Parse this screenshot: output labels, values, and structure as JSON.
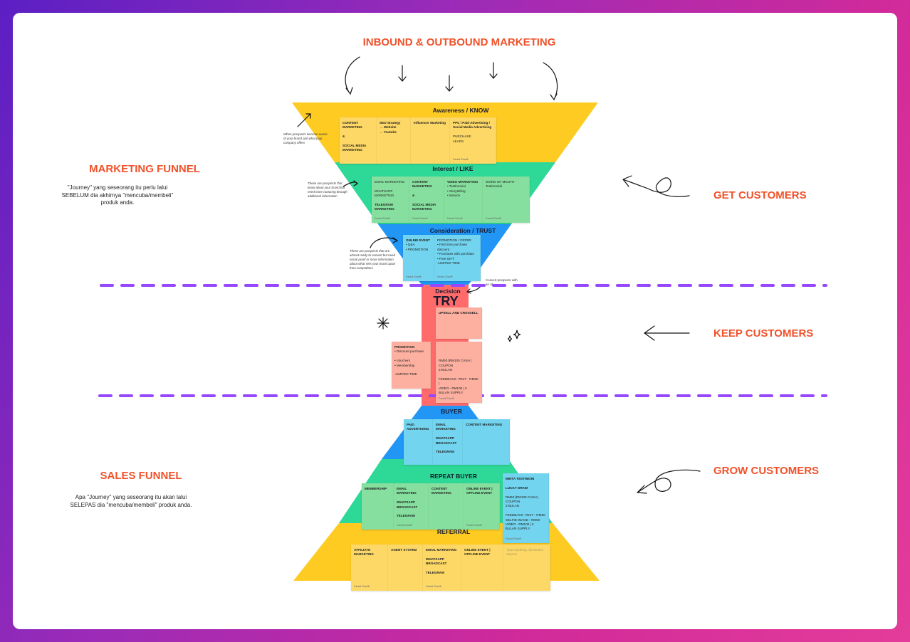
{
  "title": "INBOUND & OUTBOUND MARKETING",
  "left": {
    "marketing_funnel": {
      "title": "MARKETING FUNNEL",
      "lines": [
        "\"Journey\" yang seseorang itu perlu lalui",
        "SEBELUM dia akhirnya \"mencuba/membeli\"",
        "produk anda."
      ]
    },
    "sales_funnel": {
      "title": "SALES FUNNEL",
      "lines": [
        "Apa \"Journey\" yang seseorang itu akan lalui",
        "SELEPAS dia \"mencuba/membeli\" produk anda."
      ]
    }
  },
  "right": {
    "get": "GET CUSTOMERS",
    "keep": "KEEP CUSTOMERS",
    "grow": "GROW CUSTOMERS"
  },
  "stages": {
    "awareness": "Awareness / KNOW",
    "interest": "Interest / LIKE",
    "consideration": "Consideration / TRUST",
    "decision": "Decision",
    "try": "TRY",
    "buyer": "BUYER",
    "repeat": "REPEAT BUYER",
    "referral": "REFERRAL"
  },
  "annotations": {
    "awareness": "When prospects become aware of your brand and what your company offers",
    "interest": "These are prospects that know about your brand but need more nurturing through additional information",
    "consideration": "These are prospects that are almost ready to convert but need social proof or more information about what sets your brand apart from competitors",
    "decision": "Convert prospects with an of"
  },
  "colors": {
    "accent": "#f0522a",
    "yellow": "#fdcb22",
    "green": "#2ed896",
    "blue": "#2196f5",
    "red": "#ff6b6b",
    "dash": "#9747ff"
  },
  "notes": [
    {
      "id": "awareness",
      "color": "#fdd866",
      "cols": [
        {
          "w": 52,
          "lines": [
            [
              "b",
              "CONTENT MARKETING"
            ],
            [
              "",
              ""
            ],
            [
              "b",
              "&"
            ],
            [
              "",
              ""
            ],
            [
              "b",
              "SOCIAL MEDIA MARKETING"
            ]
          ]
        },
        {
          "w": 48,
          "lines": [
            [
              "b",
              "SEO Strategy"
            ],
            [
              "b",
              "→ Website"
            ],
            [
              "b",
              "→ Youtube"
            ]
          ]
        },
        {
          "w": 55,
          "lines": [
            [
              "b",
              "Influencer Marketing"
            ]
          ]
        },
        {
          "w": 65,
          "lines": [
            [
              "b",
              "PPC / Paid Advertising / Social Media Advertising"
            ],
            [
              "",
              ""
            ],
            [
              "",
              "PURCHASE"
            ],
            [
              "",
              "LEADS"
            ]
          ],
          "author": "Faraid Shariff"
        }
      ]
    },
    {
      "id": "interest",
      "color": "#86df9e",
      "cols": [
        {
          "w": 53,
          "lines": [
            [
              "",
              "EMAIL MARKETING"
            ],
            [
              "",
              ""
            ],
            [
              "",
              "WHATSAPP MARKETING"
            ],
            [
              "",
              ""
            ],
            [
              "b",
              "TELEGRAM MARKETING"
            ]
          ],
          "author": "Faraid Shariff"
        },
        {
          "w": 49,
          "lines": [
            [
              "b",
              "CONTENT MARKETING"
            ],
            [
              "",
              ""
            ],
            [
              "b",
              "&"
            ],
            [
              "",
              ""
            ],
            [
              "b",
              "SOCIAL MEDIA MARKETING"
            ]
          ],
          "author": "Faraid Shariff"
        },
        {
          "w": 54,
          "lines": [
            [
              "b",
              "VIDEO MARKETING"
            ],
            [
              "",
              "• Testimonial"
            ],
            [
              "",
              "• Storytelling"
            ],
            [
              "",
              "• Service"
            ]
          ],
          "author": "Faraid Shariff"
        },
        {
          "w": 66,
          "lines": [
            [
              "",
              "WORD OF MOUTH - Testimonial"
            ]
          ],
          "author": "Faraid Shariff"
        }
      ]
    },
    {
      "id": "consideration",
      "color": "#72d4ee",
      "cols": [
        {
          "w": 44,
          "lines": [
            [
              "b",
              "ONLINE EVENT"
            ],
            [
              "",
              "  • Q&A"
            ],
            [
              "",
              "  • PROMOTION"
            ]
          ],
          "author": "Faraid Shariff"
        },
        {
          "w": 65,
          "lines": [
            [
              "",
              "PROMOTION / OFFER"
            ],
            [
              "",
              "  • First time purchase discount"
            ],
            [
              "",
              "  • Purchase with purchase"
            ],
            [
              "",
              "  • Free GIFT"
            ],
            [
              "",
              "-LIMITED TIME"
            ]
          ],
          "author": "Faraid Shariff"
        }
      ]
    },
    {
      "id": "upsell",
      "color": "#fdb0a0",
      "cols": [
        {
          "w": 65,
          "lines": [
            [
              "b",
              "UPSELL AND CROSSELL"
            ]
          ]
        }
      ]
    },
    {
      "id": "promo",
      "color": "#fdb0a0",
      "cols": [
        {
          "w": 55,
          "lines": [
            [
              "b",
              "PROMOTION"
            ],
            [
              "",
              "  • Discount purchase"
            ],
            [
              "",
              ""
            ],
            [
              "",
              "  • Vouchers"
            ],
            [
              "",
              "  • Membership"
            ],
            [
              "",
              ""
            ],
            [
              "",
              "-LIMITED TIME"
            ]
          ]
        }
      ]
    },
    {
      "id": "feedback",
      "color": "#fdb0a0",
      "cols": [
        {
          "w": 65,
          "lines": [
            [
              "",
              ""
            ],
            [
              "",
              ""
            ],
            [
              "",
              ""
            ],
            [
              "",
              "RM50 [RM100 CASH | COUPON"
            ],
            [
              "",
              "3 BULAN"
            ],
            [
              "",
              ""
            ],
            [
              "",
              "FEEDBACK -TEXT - RM50 |"
            ],
            [
              "",
              "VIDEO - RM100 | 3 BULAN SUPPLY"
            ]
          ],
          "author": "Faraid Shariff"
        }
      ]
    },
    {
      "id": "buyer",
      "color": "#72d4ee",
      "cols": [
        {
          "w": 41,
          "lines": [
            [
              "b",
              "PAID ADVERTISING"
            ]
          ]
        },
        {
          "w": 42,
          "lines": [
            [
              "b",
              "EMAIL MARKETING"
            ],
            [
              "",
              ""
            ],
            [
              "b",
              "WHATSAPP BROADCAST"
            ],
            [
              "",
              ""
            ],
            [
              "b",
              "TELEGRAM"
            ]
          ]
        },
        {
          "w": 66,
          "lines": [
            [
              "b",
              "CONTENT MARKETING"
            ]
          ]
        }
      ]
    },
    {
      "id": "repeat",
      "color": "#86df9e",
      "cols": [
        {
          "w": 45,
          "lines": [
            [
              "b",
              "MEMBERSHIP"
            ]
          ]
        },
        {
          "w": 49,
          "lines": [
            [
              "b",
              "EMAIL MARKETING"
            ],
            [
              "",
              ""
            ],
            [
              "b",
              "WHATSAPP BROADCAST"
            ],
            [
              "",
              ""
            ],
            [
              "b",
              "TELEGRAM"
            ]
          ],
          "author": "Faraid Shariff"
        },
        {
          "w": 49,
          "lines": [
            [
              "b",
              "CONTENT MARKETING"
            ]
          ]
        },
        {
          "w": 51,
          "lines": [
            [
              "b",
              "ONLINE EVENT | OFFLINE EVENT"
            ]
          ],
          "author": "Faraid Shariff"
        }
      ]
    },
    {
      "id": "grow",
      "color": "#72d4ee",
      "cols": [
        {
          "w": 65,
          "lines": [
            [
              "b",
              "MINTA TESTIMONI"
            ],
            [
              "",
              ""
            ],
            [
              "b",
              "LUCKY DRAW"
            ],
            [
              "",
              ""
            ],
            [
              "",
              "RM50 [RM100 CASH | COUPON"
            ],
            [
              "",
              "3 BULAN"
            ],
            [
              "",
              ""
            ],
            [
              "",
              "FEEDBACK -TEXT - RM50"
            ],
            [
              "",
              "SELFIE IMAGE - RM50"
            ],
            [
              "",
              "VIDEO - RM100 | 3 BULAN SUPPLY"
            ]
          ],
          "author": "Faraid Shariff"
        }
      ]
    },
    {
      "id": "referral",
      "color": "#fdd866",
      "cols": [
        {
          "w": 52,
          "lines": [
            [
              "b",
              "AFFILIATE MARKETING"
            ]
          ],
          "author": "Faraid Shariff"
        },
        {
          "w": 49,
          "lines": [
            [
              "b",
              "AGENT SYSTEM"
            ]
          ]
        },
        {
          "w": 54,
          "lines": [
            [
              "b",
              "EMAIL MARKETING"
            ],
            [
              "",
              ""
            ],
            [
              "b",
              "WHATSAPP BROADCAST"
            ],
            [
              "",
              ""
            ],
            [
              "b",
              "TELEGRAM"
            ]
          ],
          "author": "Faraid Shariff"
        },
        {
          "w": 59,
          "lines": [
            [
              "b",
              "ONLINE EVENT | OFFLINE EVENT"
            ]
          ]
        },
        {
          "w": 66,
          "lines": [
            [
              "",
              "Type anything, @mention anyone"
            ]
          ],
          "placeholder": true
        }
      ]
    }
  ]
}
